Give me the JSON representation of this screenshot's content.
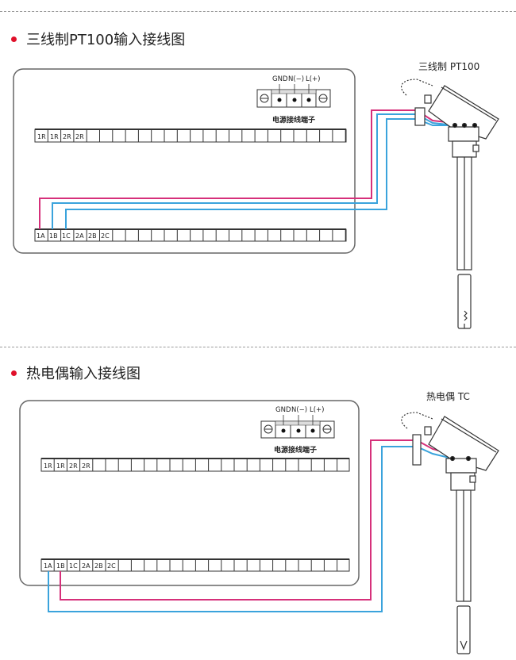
{
  "sections": [
    {
      "title": "三线制PT100输入接线图",
      "sensor_label": "三线制 PT100",
      "power_labels": [
        "GND",
        "N(−)",
        "L(+)"
      ],
      "power_caption": "电源接线端子",
      "top_terminals": [
        "1R",
        "1R",
        "2R",
        "2R"
      ],
      "bottom_terminals": [
        "1A",
        "1B",
        "1C",
        "2A",
        "2B",
        "2C"
      ]
    },
    {
      "title": "热电偶输入接线图",
      "sensor_label": "热电偶 TC",
      "power_labels": [
        "GND",
        "N(−)",
        "L(+)"
      ],
      "power_caption": "电源接线端子",
      "top_terminals": [
        "1R",
        "1R",
        "2R",
        "2R"
      ],
      "bottom_terminals": [
        "1A",
        "1B",
        "1C",
        "2A",
        "2B",
        "2C"
      ]
    }
  ],
  "colors": {
    "magenta_wire": "#d6307a",
    "blue_wire": "#3aa3dc",
    "panel_border": "#555555",
    "accent": "#e0102a"
  }
}
